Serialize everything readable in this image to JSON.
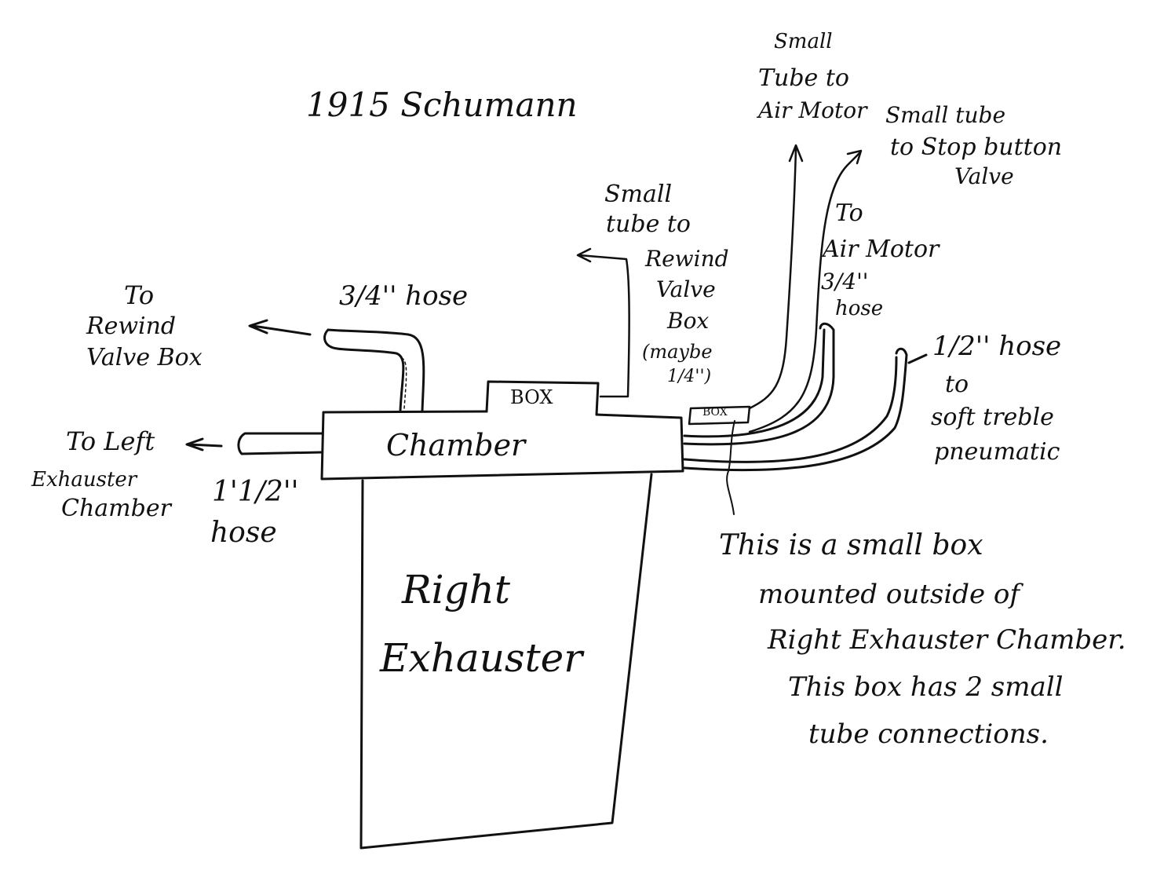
{
  "ink_color": "#111111",
  "paper_color": "#ffffff",
  "title": "1915 Schumann",
  "labels": {
    "chamber": "Chamber",
    "exhauster_line1": "Right",
    "exhauster_line2": "Exhauster",
    "box_top": "BOX",
    "box_small": "BOX",
    "rewind_hose": [
      "To",
      "Rewind",
      "Valve Box"
    ],
    "three_quarter_hose": "3/4'' hose",
    "rewind_small_tube": [
      "Small",
      "tube to",
      "Rewind",
      "Valve",
      "Box",
      "(maybe",
      "1/4'')"
    ],
    "air_motor_small_tube": [
      "Small",
      "Tube to",
      "Air Motor"
    ],
    "stop_button_tube": [
      "Small tube",
      "to Stop button",
      "Valve"
    ],
    "air_motor_hose": [
      "To",
      "Air Motor",
      "3/4''",
      "hose"
    ],
    "soft_treble_hose": [
      "1/2'' hose",
      "to",
      "soft treble",
      "pneumatic"
    ],
    "left_exhauster": "To Left",
    "left_exhauster_line2": "Exhauster",
    "left_exhauster_line3": "Chamber",
    "one_half_hose_line1": "1'1/2''",
    "one_half_hose_line2": "hose",
    "note": [
      "This is a small box",
      "mounted outside of",
      "Right Exhauster Chamber.",
      "This box has 2 small",
      "tube connections."
    ]
  }
}
